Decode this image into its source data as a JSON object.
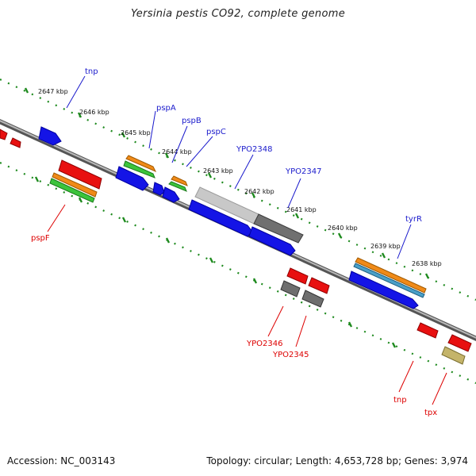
{
  "title": "Yersinia pestis CO92, complete genome",
  "footer": {
    "accession": "Accession: NC_003143",
    "summary": "Topology: circular; Length: 4,653,728 bp; Genes: 3,974"
  },
  "colors": {
    "forward_label": "#1a1acc",
    "reverse_label": "#dd0000",
    "backbone": "#777777",
    "tick": "#1e8a1e"
  },
  "ticks": [
    "2647 kbp",
    "2646 kbp",
    "2645 kbp",
    "2644 kbp",
    "2643 kbp",
    "2642 kbp",
    "2641 kbp",
    "2640 kbp",
    "2639 kbp",
    "2638 kbp"
  ],
  "forward_genes": [
    "tnp",
    "pspA",
    "pspB",
    "pspC",
    "YPO2348",
    "YPO2347",
    "tyrR"
  ],
  "reverse_genes": [
    "pspF",
    "YPO2346",
    "YPO2345",
    "tnp",
    "tpx"
  ]
}
